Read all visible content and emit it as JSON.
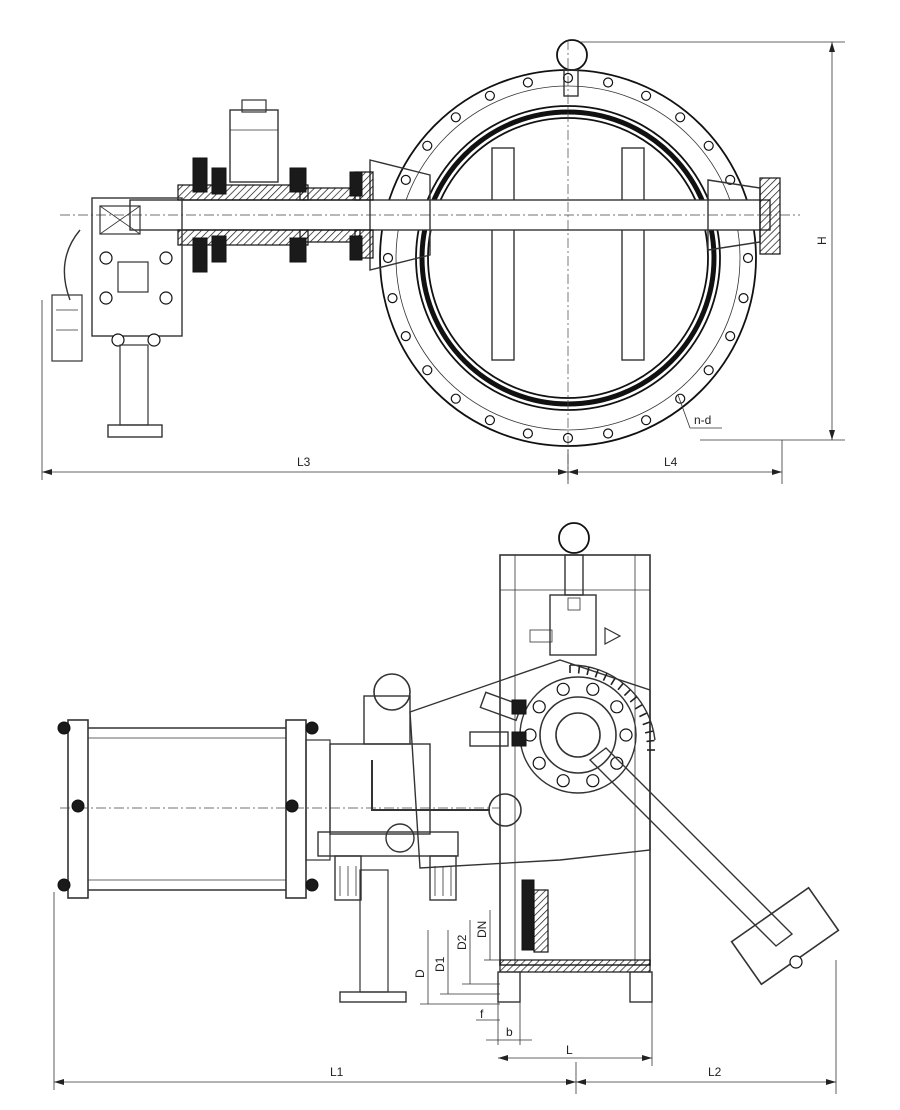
{
  "drawing": {
    "top_view": {
      "labels": {
        "height": "H",
        "bolt_holes": "n-d",
        "length_left": "L3",
        "length_right": "L4"
      }
    },
    "side_view": {
      "labels": {
        "length_left": "L1",
        "length_right": "L2",
        "face_to_face": "L",
        "flange_thickness": "b",
        "raised_face": "f",
        "outer_diameter": "D",
        "bolt_circle": "D1",
        "raised_face_diameter": "D2",
        "nominal_diameter": "DN"
      }
    }
  }
}
